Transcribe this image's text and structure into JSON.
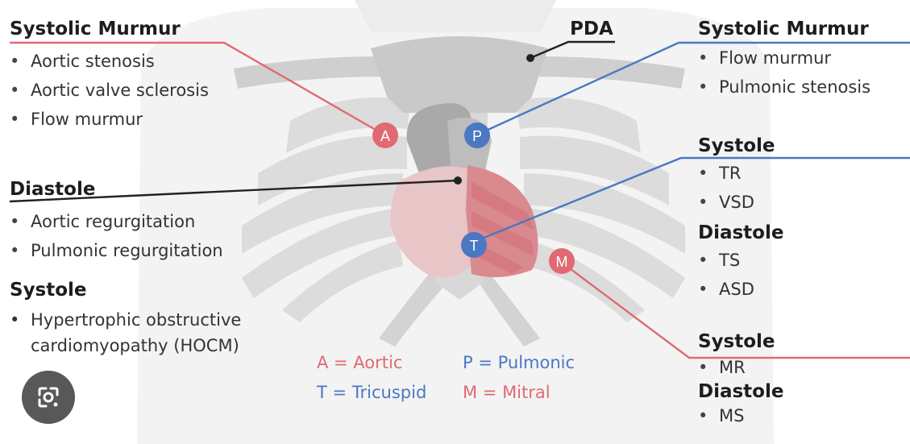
{
  "colors": {
    "aortic": "#e06a72",
    "pulmonic": "#4a78c2",
    "tricuspid": "#4a78c2",
    "mitral": "#e06a72",
    "pda_line": "#222222",
    "diastole_line": "#222222"
  },
  "left": {
    "systolic": {
      "heading": "Systolic Murmur",
      "items": [
        "Aortic stenosis",
        "Aortic valve sclerosis",
        "Flow murmur"
      ]
    },
    "diastole": {
      "heading": "Diastole",
      "items": [
        "Aortic regurgitation",
        "Pulmonic regurgitation"
      ]
    },
    "systole": {
      "heading": "Systole",
      "item_line1": "Hypertrophic obstructive",
      "item_line2": "cardiomyopathy (HOCM)"
    }
  },
  "pda": "PDA",
  "right": {
    "systolic": {
      "heading": "Systolic Murmur",
      "items": [
        "Flow murmur",
        "Pulmonic stenosis"
      ]
    },
    "tricuspid_systole": {
      "heading": "Systole",
      "items": [
        "TR",
        "VSD"
      ]
    },
    "tricuspid_diastole": {
      "heading": "Diastole",
      "items": [
        "TS",
        "ASD"
      ]
    },
    "mitral_systole": {
      "heading": "Systole",
      "items": [
        "MR"
      ]
    },
    "mitral_diastole": {
      "heading": "Diastole",
      "items": [
        "MS"
      ]
    }
  },
  "markers": {
    "a": "A",
    "p": "P",
    "t": "T",
    "m": "M"
  },
  "legend": {
    "aortic": "A = Aortic",
    "pulmonic": "P = Pulmonic",
    "tricuspid": "T = Tricuspid",
    "mitral": "M = Mitral"
  },
  "bullet": "•",
  "icons": {
    "lens": "lens-search-icon"
  }
}
